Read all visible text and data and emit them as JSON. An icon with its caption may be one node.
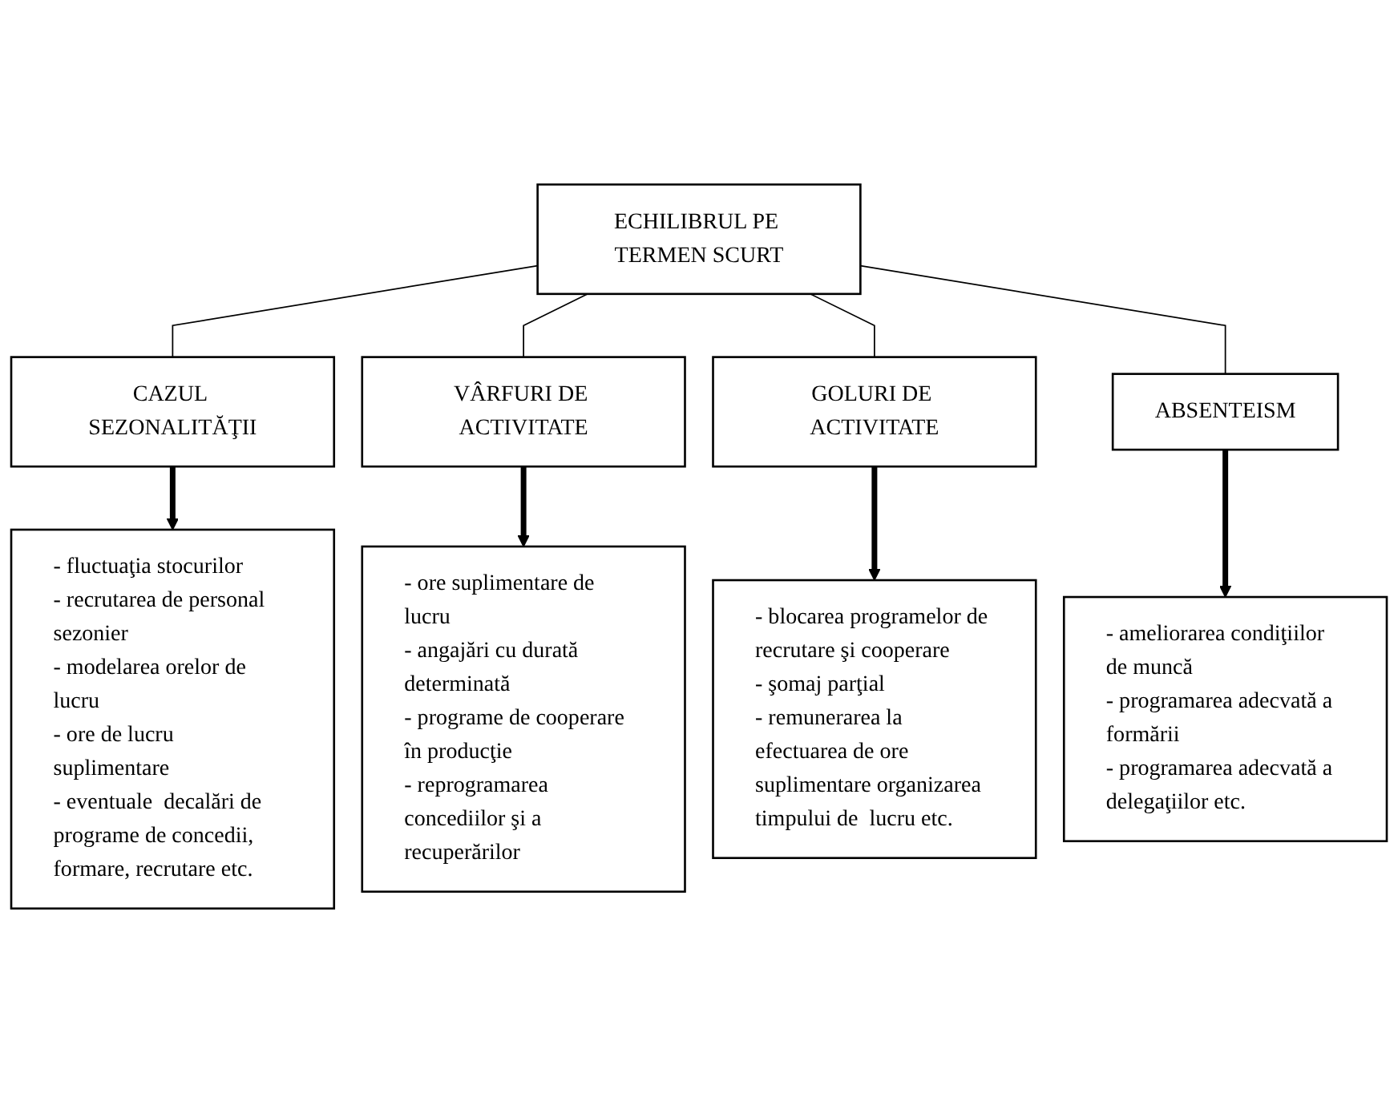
{
  "diagram": {
    "nodes": [
      {
        "text": [
          "ECHILIBRUL PE TERMEN SCURT"
        ]
      },
      {
        "text": [
          "CAZUL SEZONALITĂŢII"
        ]
      },
      {
        "text": [
          "VÂRFURI DE ACTIVITATE"
        ]
      },
      {
        "text": [
          "GOLURI DE ACTIVITATE"
        ]
      },
      {
        "text": [
          "ABSENTEISM"
        ]
      },
      {
        "text": [
          "- fluctuaţia stocurilor",
          "- recrutarea de personal sezonier",
          "- modelarea orelor de lucru",
          "- ore de lucru suplimentare",
          "- eventuale  decalări de programe de concedii,  formare, recrutare etc."
        ]
      },
      {
        "text": [
          "- ore suplimentare de lucru",
          "- angajări cu durată determinată",
          "- programe de cooperare în producţie",
          "- reprogramarea concediilor şi a recuperărilor"
        ]
      },
      {
        "text": [
          "- blocarea programelor de recrutare şi cooperare",
          "- şomaj parţial",
          "- remunerarea la efectuarea de ore suplimentare organizarea timpului de  lucru etc."
        ]
      },
      {
        "text": [
          "- ameliorarea condiţiilor de muncă",
          "- programarea adecvată a formării",
          "- programarea adecvată a delegaţiilor etc."
        ]
      }
    ],
    "edges": [
      {
        "from": 0,
        "to": 1,
        "arrow": "none"
      },
      {
        "from": 0,
        "to": 2,
        "arrow": "none"
      },
      {
        "from": 0,
        "to": 3,
        "arrow": "none"
      },
      {
        "from": 0,
        "to": 4,
        "arrow": "none"
      },
      {
        "from": 1,
        "to": 5,
        "arrow": "to",
        "style": "thick"
      },
      {
        "from": 2,
        "to": 6,
        "arrow": "to",
        "style": "thick"
      },
      {
        "from": 3,
        "to": 7,
        "arrow": "to",
        "style": "thick"
      },
      {
        "from": 4,
        "to": 8,
        "arrow": "to",
        "style": "thick"
      }
    ]
  }
}
